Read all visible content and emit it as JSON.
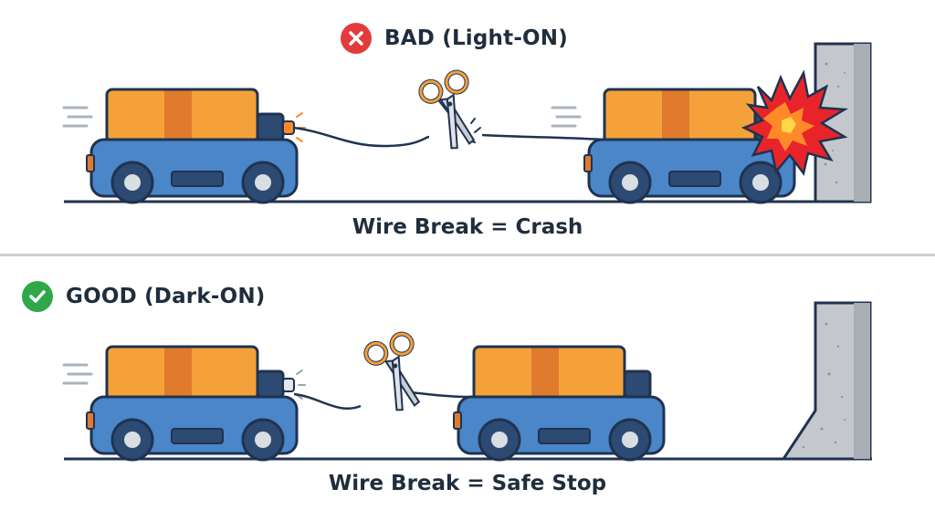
{
  "bad": {
    "title": "BAD (Light-ON)",
    "caption": "Wire Break = Crash",
    "badge_icon": "x-icon",
    "badge_color": "#e23b3b"
  },
  "good": {
    "title": "GOOD (Dark-ON)",
    "caption": "Wire Break = Safe Stop",
    "badge_icon": "check-icon",
    "badge_color": "#2ea84a"
  },
  "colors": {
    "cart_body": "#4a86c8",
    "cart_outline": "#1f3350",
    "cargo": "#f4a13a",
    "cargo_stripe": "#e07b2d",
    "wall": "#c4c8cc",
    "crash": "#e8242a",
    "light": "#ff8a2a"
  }
}
